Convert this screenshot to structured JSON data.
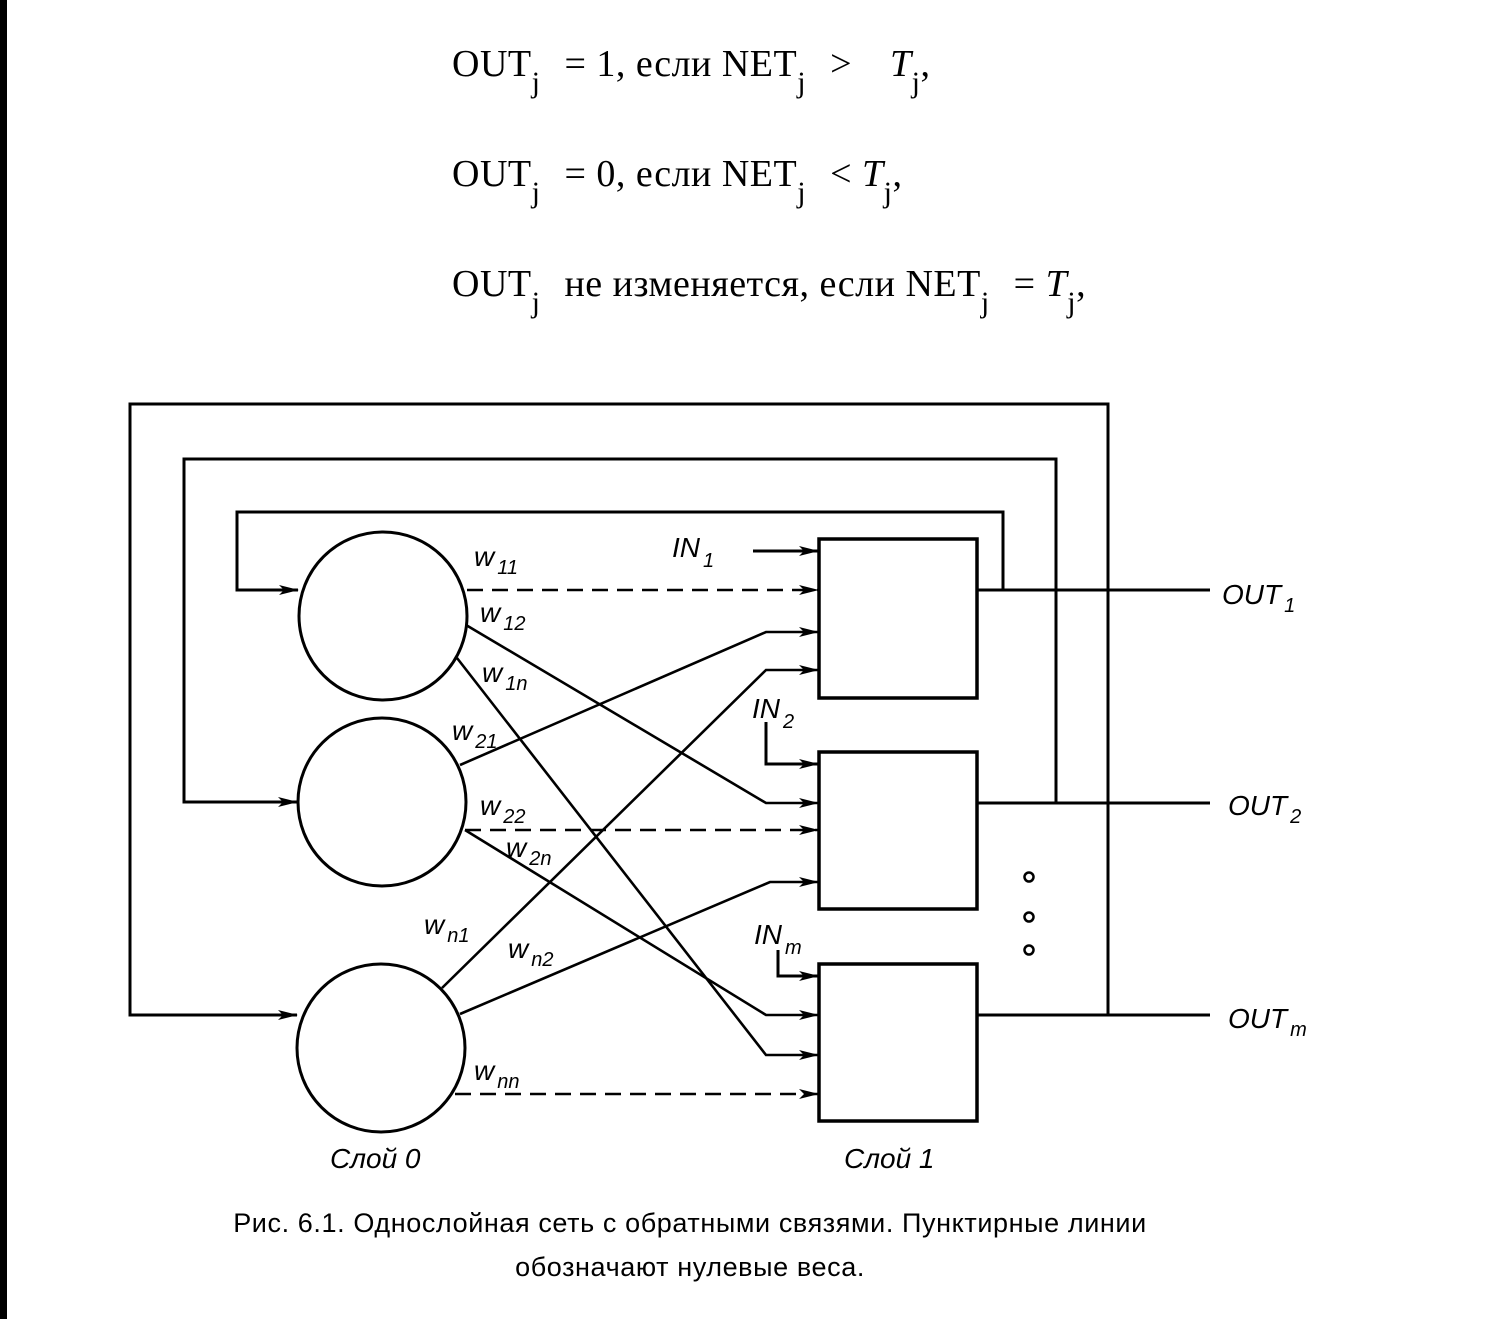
{
  "formulas": [
    {
      "lhs": "OUT",
      "lhs_sub": "j",
      "middle": "= 1,  если  NET",
      "net_sub": "j",
      "op": ">",
      "rhs": "T",
      "rhs_sub": "j",
      "tail": ","
    },
    {
      "lhs": "OUT",
      "lhs_sub": "j",
      "middle": "= 0,  если  NET",
      "net_sub": "j",
      "op": "<",
      "rhs": "T",
      "rhs_sub": "j",
      "tail": ","
    },
    {
      "lhs": "OUT",
      "lhs_sub": "j",
      "middle": "не  изменяется,  если  NET",
      "net_sub": "j",
      "op": "=",
      "rhs": "T",
      "rhs_sub": "j",
      "tail": ","
    }
  ],
  "diagram": {
    "layer0_label": "Слой 0",
    "layer1_label": "Слой 1",
    "layer0_neurons": [
      "neuron-1",
      "neuron-2",
      "neuron-n"
    ],
    "layer1_neurons": [
      "neuron-1",
      "neuron-2",
      "neuron-m"
    ],
    "inputs": [
      {
        "main": "IN",
        "sub": "1"
      },
      {
        "main": "IN",
        "sub": "2"
      },
      {
        "main": "IN",
        "sub": "m"
      }
    ],
    "outputs": [
      {
        "main": "OUT",
        "sub": "1"
      },
      {
        "main": "OUT",
        "sub": "2"
      },
      {
        "main": "OUT",
        "sub": "m"
      }
    ],
    "weights": [
      {
        "main": "w",
        "sub": "11",
        "zero": true
      },
      {
        "main": "w",
        "sub": "12",
        "zero": false
      },
      {
        "main": "w",
        "sub": "1n",
        "zero": false
      },
      {
        "main": "w",
        "sub": "21",
        "zero": false
      },
      {
        "main": "w",
        "sub": "22",
        "zero": true
      },
      {
        "main": "w",
        "sub": "2n",
        "zero": false
      },
      {
        "main": "w",
        "sub": "n1",
        "zero": false
      },
      {
        "main": "w",
        "sub": "n2",
        "zero": false
      },
      {
        "main": "w",
        "sub": "nn",
        "zero": true
      }
    ],
    "ellipsis": "⋮"
  },
  "caption": {
    "line1": "Рис. 6.1. Однослойная сеть с обратными связями. Пунктирные линии",
    "line2": "обозначают нулевые веса."
  }
}
